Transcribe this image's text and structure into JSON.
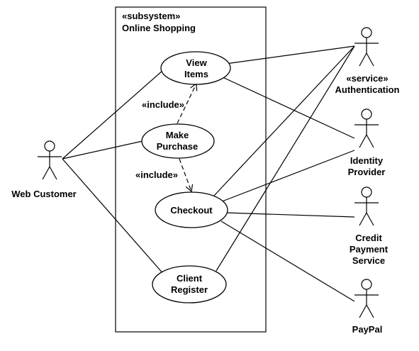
{
  "subsystem": {
    "stereotype": "«subsystem»",
    "name": "Online Shopping"
  },
  "use_cases": {
    "view_items": [
      "View",
      "Items"
    ],
    "make_purchase": [
      "Make",
      "Purchase"
    ],
    "checkout": [
      "Checkout"
    ],
    "client_register": [
      "Client",
      "Register"
    ]
  },
  "include_label": "«include»",
  "actors": {
    "web_customer": [
      "Web Customer"
    ],
    "authentication": [
      "«service»",
      "Authentication"
    ],
    "identity_provider": [
      "Identity",
      "Provider"
    ],
    "credit_payment": [
      "Credit",
      "Payment",
      "Service"
    ],
    "paypal": [
      "PayPal"
    ]
  },
  "colors": {
    "line": "#000000",
    "background": "#ffffff"
  }
}
